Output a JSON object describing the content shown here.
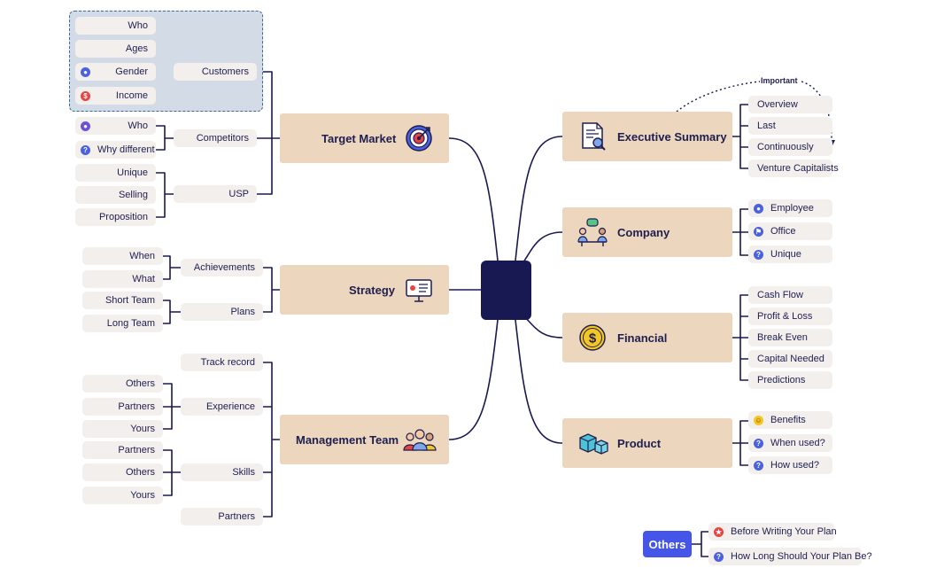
{
  "center": {
    "label": ""
  },
  "target_market": {
    "title": "Target Market",
    "customers": {
      "label": "Customers",
      "children": [
        "Who",
        "Ages",
        "Gender",
        "Income"
      ]
    },
    "competitors": {
      "label": "Competitors",
      "children": [
        "Who",
        "Why different"
      ]
    },
    "usp": {
      "label": "USP",
      "children": [
        "Unique",
        "Selling",
        "Proposition"
      ]
    }
  },
  "strategy": {
    "title": "Strategy",
    "achievements": {
      "label": "Achievements",
      "children": [
        "When",
        "What"
      ]
    },
    "plans": {
      "label": "Plans",
      "children": [
        "Short Team",
        "Long Team"
      ]
    }
  },
  "management_team": {
    "title": "Management Team",
    "track_record": {
      "label": "Track record"
    },
    "experience": {
      "label": "Experience",
      "children": [
        "Others",
        "Partners",
        "Yours"
      ]
    },
    "skills": {
      "label": "Skills",
      "children": [
        "Partners",
        "Others",
        "Yours"
      ]
    },
    "partners": {
      "label": "Partners"
    }
  },
  "executive_summary": {
    "title": "Executive Summary",
    "children": [
      "Overview",
      "Last",
      "Continuously",
      "Venture Capitalists"
    ],
    "relation_label": "Important"
  },
  "company": {
    "title": "Company",
    "children": [
      "Employee",
      "Office",
      "Unique"
    ]
  },
  "financial": {
    "title": "Financial",
    "children": [
      "Cash Flow",
      "Profit & Loss",
      "Break Even",
      "Capital Needed",
      "Predictions"
    ]
  },
  "product": {
    "title": "Product",
    "children": [
      "Benefits",
      "When used?",
      "How used?"
    ]
  },
  "others": {
    "title": "Others",
    "children": [
      "Before Writing Your Plan",
      "How Long Should Your Plan Be?"
    ]
  },
  "colors": {
    "center": "#181852",
    "main_topic": "#ecd6bd",
    "leaf": "#f3efec",
    "others": "#4455e8",
    "line": "#181852",
    "selection": "#d3dce6"
  },
  "icons": {
    "target_market": "target-icon",
    "strategy": "presentation-board-icon",
    "management_team": "team-people-icon",
    "executive_summary": "document-search-icon",
    "company": "meeting-icon",
    "financial": "dollar-coin-icon",
    "product": "boxes-icon"
  }
}
